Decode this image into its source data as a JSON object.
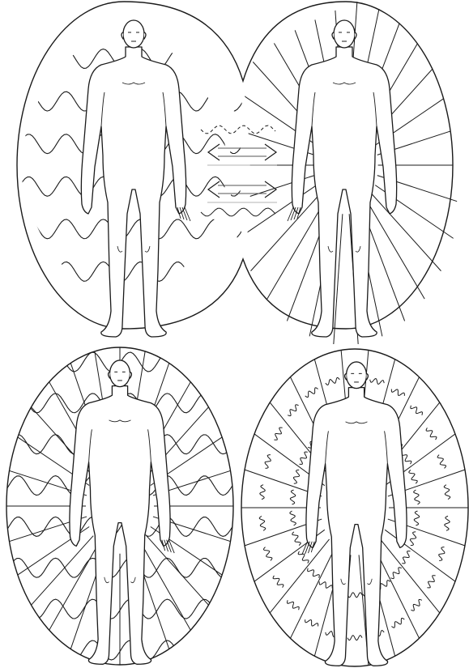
{
  "diagram": {
    "panels": [
      {
        "id": "top-left",
        "aura": "wavy",
        "left_hand_open": false,
        "right_hand_open": true,
        "clipped": true
      },
      {
        "id": "top-right",
        "aura": "radial",
        "left_hand_open": true,
        "right_hand_open": false,
        "clipped": true
      },
      {
        "id": "bottom-left",
        "aura": "wavy-radial",
        "left_hand_open": false,
        "right_hand_open": true,
        "clipped": false
      },
      {
        "id": "bottom-right",
        "aura": "radial-squiggle",
        "left_hand_open": true,
        "right_hand_open": false,
        "clipped": false
      }
    ],
    "exchange": {
      "double_arrows": 2,
      "wave_lines": 2
    },
    "colors": {
      "line": "#1a1a1a",
      "arrow_line": "#555555",
      "faint_line": "#9a9a9a",
      "background": "#ffffff"
    }
  }
}
